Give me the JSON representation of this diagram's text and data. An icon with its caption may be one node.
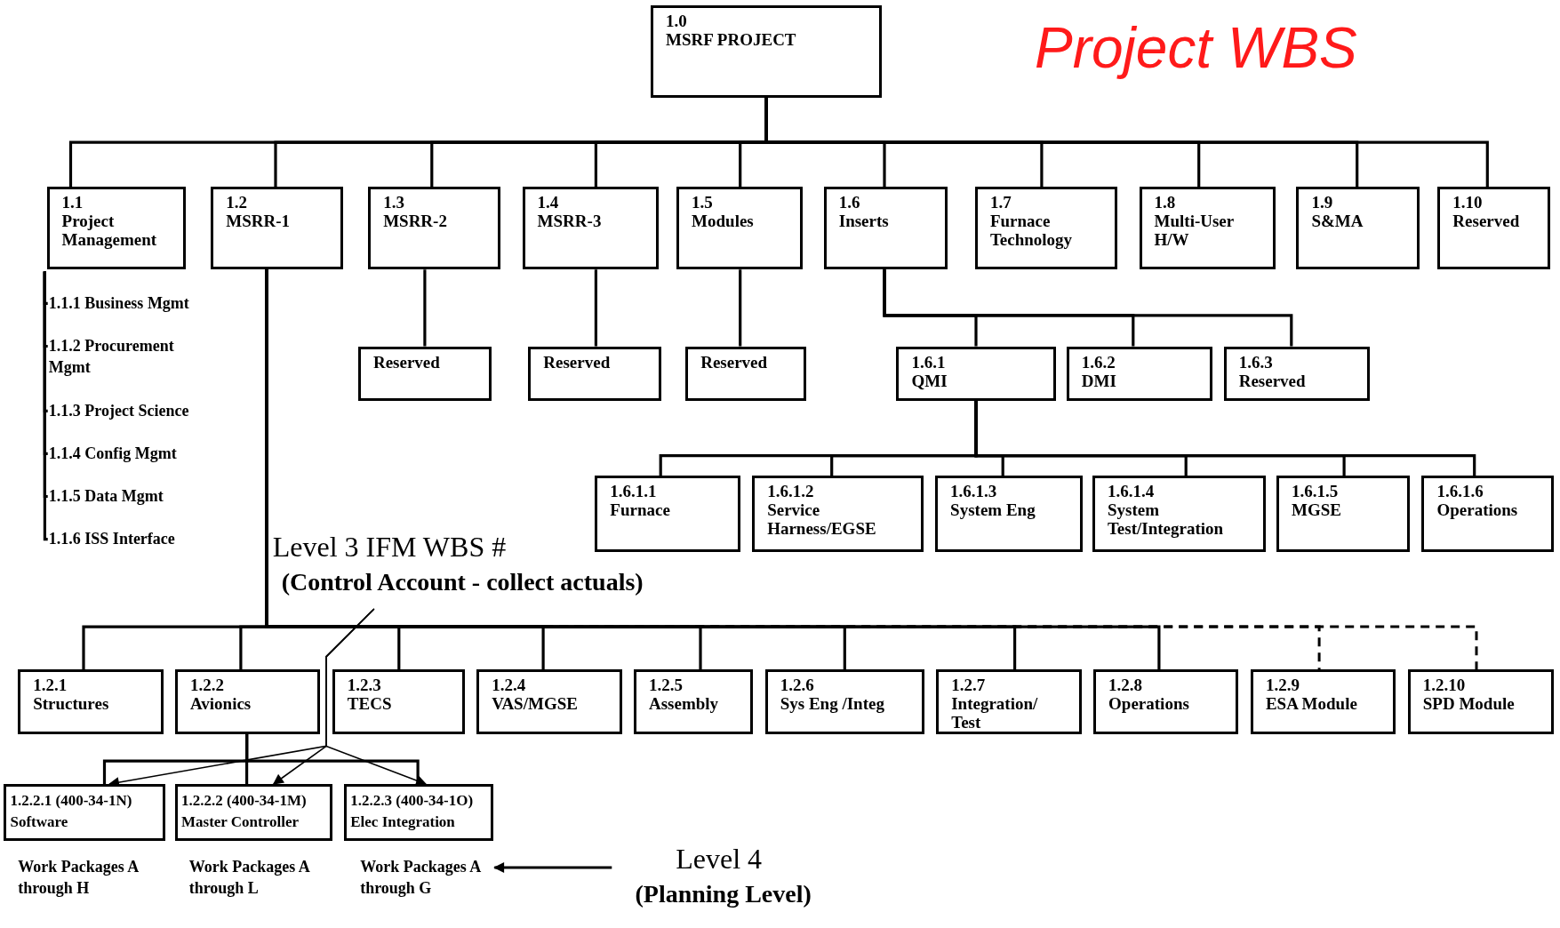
{
  "diagram": {
    "title": "Project WBS",
    "nodes": [
      {
        "text": [
          "1.0",
          "MSRF PROJECT"
        ]
      },
      {
        "text": [
          "1.1",
          "Project Management"
        ]
      },
      {
        "text": [
          "1.2",
          "MSRR-1"
        ]
      },
      {
        "text": [
          "1.3",
          "MSRR-2"
        ]
      },
      {
        "text": [
          "1.4",
          "MSRR-3"
        ]
      },
      {
        "text": [
          "1.5",
          "Modules"
        ]
      },
      {
        "text": [
          "1.6",
          "Inserts"
        ]
      },
      {
        "text": [
          "1.7",
          "Furnace Technology"
        ]
      },
      {
        "text": [
          "1.8",
          "Multi-User H/W"
        ]
      },
      {
        "text": [
          "1.9",
          "S&MA"
        ]
      },
      {
        "text": [
          "1.10",
          "Reserved"
        ]
      },
      {
        "text": [
          "Reserved"
        ]
      },
      {
        "text": [
          "Reserved"
        ]
      },
      {
        "text": [
          "Reserved"
        ]
      },
      {
        "text": [
          "1.6.1",
          "QMI"
        ]
      },
      {
        "text": [
          "1.6.2",
          "DMI"
        ]
      },
      {
        "text": [
          "1.6.3",
          "Reserved"
        ]
      },
      {
        "text": [
          "1.6.1.1",
          "Furnace"
        ]
      },
      {
        "text": [
          "1.6.1.2",
          "Service Harness/EGSE"
        ]
      },
      {
        "text": [
          "1.6.1.3",
          "System Eng"
        ]
      },
      {
        "text": [
          "1.6.1.4",
          "System Test/Integration"
        ]
      },
      {
        "text": [
          "1.6.1.5",
          "MGSE"
        ]
      },
      {
        "text": [
          "1.6.1.6",
          "Operations"
        ]
      },
      {
        "text": [
          "1.2.1",
          "Structures"
        ]
      },
      {
        "text": [
          "1.2.2",
          "Avionics"
        ]
      },
      {
        "text": [
          "1.2.3",
          "TECS"
        ]
      },
      {
        "text": [
          "1.2.4",
          "VAS/MGSE"
        ]
      },
      {
        "text": [
          "1.2.5",
          "Assembly"
        ]
      },
      {
        "text": [
          "1.2.6",
          "Sys Eng /Integ"
        ]
      },
      {
        "text": [
          "1.2.7",
          "Integration/ Test"
        ]
      },
      {
        "text": [
          "1.2.8",
          "Operations"
        ]
      },
      {
        "text": [
          "1.2.9",
          "ESA Module"
        ]
      },
      {
        "text": [
          "1.2.10",
          "SPD Module"
        ]
      },
      {
        "text": [
          "1.2.2.1 (400-34-1N)",
          "Software"
        ]
      },
      {
        "text": [
          "1.2.2.2 (400-34-1M)",
          "Master Controller"
        ]
      },
      {
        "text": [
          "1.2.2.3 (400-34-1O)",
          "Elec Integration"
        ]
      },
      {
        "text": [
          "1.1.1 Business Mgmt"
        ]
      },
      {
        "text": [
          "1.1.2 Procurement Mgmt"
        ]
      },
      {
        "text": [
          "1.1.3 Project Science"
        ]
      },
      {
        "text": [
          "1.1.4 Config Mgmt"
        ]
      },
      {
        "text": [
          "1.1.5 Data Mgmt"
        ]
      },
      {
        "text": [
          "1.1.6 ISS Interface"
        ]
      },
      {
        "text": [
          "Level 3 IFM WBS #",
          "(Control Account - collect actuals)"
        ]
      },
      {
        "text": [
          "Level 4",
          "(Planning Level)"
        ]
      },
      {
        "text": [
          "Work Packages A through H"
        ]
      },
      {
        "text": [
          "Work Packages A through L"
        ]
      },
      {
        "text": [
          "Work Packages A through G"
        ]
      }
    ],
    "edges": [
      {
        "from": 0,
        "to": 1,
        "arrow": "none"
      },
      {
        "from": 0,
        "to": 2,
        "arrow": "none"
      },
      {
        "from": 0,
        "to": 3,
        "arrow": "none"
      },
      {
        "from": 0,
        "to": 4,
        "arrow": "none"
      },
      {
        "from": 0,
        "to": 5,
        "arrow": "none"
      },
      {
        "from": 0,
        "to": 6,
        "arrow": "none"
      },
      {
        "from": 0,
        "to": 7,
        "arrow": "none"
      },
      {
        "from": 0,
        "to": 8,
        "arrow": "none"
      },
      {
        "from": 0,
        "to": 9,
        "arrow": "none"
      },
      {
        "from": 0,
        "to": 10,
        "arrow": "none"
      },
      {
        "from": 3,
        "to": 11,
        "arrow": "none"
      },
      {
        "from": 4,
        "to": 12,
        "arrow": "none"
      },
      {
        "from": 5,
        "to": 13,
        "arrow": "none"
      },
      {
        "from": 6,
        "to": 14,
        "arrow": "none"
      },
      {
        "from": 6,
        "to": 15,
        "arrow": "none"
      },
      {
        "from": 6,
        "to": 16,
        "arrow": "none"
      },
      {
        "from": 14,
        "to": 17,
        "arrow": "none"
      },
      {
        "from": 14,
        "to": 18,
        "arrow": "none"
      },
      {
        "from": 14,
        "to": 19,
        "arrow": "none"
      },
      {
        "from": 14,
        "to": 20,
        "arrow": "none"
      },
      {
        "from": 14,
        "to": 21,
        "arrow": "none"
      },
      {
        "from": 14,
        "to": 22,
        "arrow": "none"
      },
      {
        "from": 2,
        "to": 23,
        "arrow": "none"
      },
      {
        "from": 2,
        "to": 24,
        "arrow": "none"
      },
      {
        "from": 2,
        "to": 25,
        "arrow": "none"
      },
      {
        "from": 2,
        "to": 26,
        "arrow": "none"
      },
      {
        "from": 2,
        "to": 27,
        "arrow": "none"
      },
      {
        "from": 2,
        "to": 28,
        "arrow": "none"
      },
      {
        "from": 2,
        "to": 29,
        "arrow": "none"
      },
      {
        "from": 2,
        "to": 30,
        "arrow": "none"
      },
      {
        "from": 2,
        "to": 31,
        "arrow": "none",
        "style": "dashed"
      },
      {
        "from": 2,
        "to": 32,
        "arrow": "none",
        "style": "dashed"
      },
      {
        "from": 24,
        "to": 33,
        "arrow": "none"
      },
      {
        "from": 24,
        "to": 34,
        "arrow": "none"
      },
      {
        "from": 24,
        "to": 35,
        "arrow": "none"
      },
      {
        "from": 1,
        "to": 36,
        "arrow": "none"
      },
      {
        "from": 1,
        "to": 37,
        "arrow": "none"
      },
      {
        "from": 1,
        "to": 38,
        "arrow": "none"
      },
      {
        "from": 1,
        "to": 39,
        "arrow": "none"
      },
      {
        "from": 1,
        "to": 40,
        "arrow": "none"
      },
      {
        "from": 1,
        "to": 41,
        "arrow": "none"
      },
      {
        "from": 42,
        "to": 33,
        "arrow": "to"
      },
      {
        "from": 42,
        "to": 34,
        "arrow": "to"
      },
      {
        "from": 42,
        "to": 35,
        "arrow": "to"
      },
      {
        "from": 43,
        "to": 46,
        "arrow": "to"
      }
    ]
  }
}
